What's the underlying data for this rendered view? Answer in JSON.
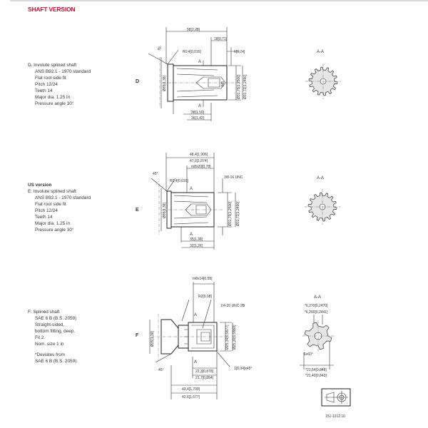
{
  "title": "SHAFT VERSION",
  "sections": {
    "d": {
      "tag": "D",
      "lines": [
        "D.  Involute splined shaft",
        "ANS B92.1 - 1970 standard",
        "Flat root side fit",
        "Pitch 12/24",
        "Teeth 14",
        "Major dia. 1.25 in",
        "Pressure angle 30°"
      ],
      "dims": {
        "overall": "58[2,28]",
        "len18": "18[0,71]",
        "radius": "R0,4[0,016]",
        "len6": "6[0,24]",
        "angle": "45°",
        "flange_dia": "Ø35[1,38]",
        "thread": "M8",
        "spline_max": "Ø31,75[1,2500]",
        "spline_min": "Ø31,72[1,2490]",
        "len38": "38[1,50]",
        "len36": "36[1,42]",
        "section_mark": "A"
      },
      "section_label": "A-A"
    },
    "e": {
      "heading": "US version",
      "tag": "E",
      "lines": [
        "E:  Involute splined shaft",
        "ANS B92.1 - 1970 standard",
        "Flat root side fit",
        "Pitch 12/24",
        "Teeth 14",
        "Major dia. 1.25 in",
        "Pressure angle 30°"
      ],
      "dims": {
        "overall_max": "48,4[1,906]",
        "overall_min": "47,6[1,874]",
        "thread_depth": "m8x20[0,78]",
        "thread": "3/8-16 UNC",
        "radius": "R0,4[0,016]",
        "angle": "45°",
        "flange_dia": "Ø35[1,38]",
        "spline_max": "Ø31,75[1,2500]",
        "spline_min": "Ø31,72[1,2490]",
        "len35": "35[1,38]",
        "len32": "32[1,26]",
        "section_mark": "A"
      },
      "section_label": "A-A"
    },
    "f": {
      "tag": "F",
      "lines": [
        "F:  Splined shaft",
        "SAE 6 B (B.S. 2059)",
        "Straight-sided,",
        "bottom fitting, deep.",
        "Fit 2",
        "Nom. size 1 in"
      ],
      "note": [
        "*Deviates from",
        "SAE 6 B (B.S. 2059)"
      ],
      "dims": {
        "thread_depth": "m8x14[0,55]",
        "radius": "R2[0,08]",
        "thread": "1/4-20 UNC-2B",
        "flange_dia": "Ø35[1,38]",
        "spline_max": "Ø25,34[0,9977]",
        "spline_min": "Ø25,30[0,9960]",
        "len22": "22,3[0,878]",
        "len21": "21,7[0,854]",
        "overall_max": "43,4[1,709]",
        "overall_min": "42,6[1,677]",
        "chamfer": "1[0,04]x45°",
        "angle": "45°",
        "section_mark": "A"
      },
      "section": {
        "label": "A-A",
        "width_max": "*6,270[0,2470]",
        "width_min": "*6,200[0,2441]",
        "angle": "6x60°",
        "dia_max": "*21,54[0,848]",
        "dia_min": "*21,40[0,843]"
      }
    }
  },
  "drawing_code": "151-1912.10",
  "colors": {
    "accent": "#c8102e"
  }
}
